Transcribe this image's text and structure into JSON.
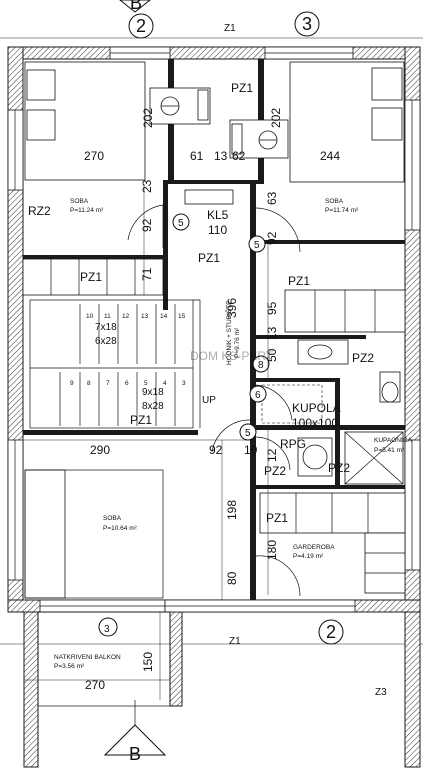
{
  "grid": {
    "b_top": "B",
    "b_bottom": "B",
    "axis_2_top": "2",
    "axis_3_top": "3",
    "axis_3_bottom": "3",
    "axis_2_bottom": "2",
    "z1_top": "Z1",
    "z1_bottom": "Z1",
    "z3": "Z3"
  },
  "rooms": {
    "soba_left": {
      "name": "SOBA",
      "area": "P=11.24 m²"
    },
    "soba_right": {
      "name": "SOBA",
      "area": "P=11.74 m²"
    },
    "soba_bottom": {
      "name": "SOBA",
      "area": "P=10.64 m²"
    },
    "hodnik": {
      "name": "HODNIK + STUBIŠTE",
      "area": "P=9.76 m²"
    },
    "kupaonica": {
      "name": "KUPAONICA",
      "area": "P=5.41 m²"
    },
    "garderoba": {
      "name": "GARDEROBA",
      "area": "P=4.19 m²"
    },
    "balkon": {
      "name": "NATKRIVENI BALKON",
      "area": "P=3.56 m²"
    }
  },
  "labels": {
    "pz1_top": "PZ1",
    "rz2": "RZ2",
    "pz1_left_wardrobe": "PZ1",
    "pz1_left_door": "PZ1",
    "pz1_right_wardrobe": "PZ1",
    "pz1_stair_bottom": "PZ1",
    "pz1_garderoba": "PZ1",
    "pz2_bath_top": "PZ2",
    "pz2_bath_left": "PZ2",
    "pz2_bath_center": "PZ2",
    "rpg": "RPG",
    "kl5": "KL5",
    "kl5_dim": "110",
    "kupola": "KUPOLA",
    "kupola_dim": "100x100",
    "stair_top": "7x18",
    "stair_top2": "6x28",
    "stair_bottom": "9x18",
    "stair_bottom2": "8x28",
    "up": "UP",
    "watermark": "DOM KS-PERT"
  },
  "doors": {
    "d5_left": "5",
    "d5_right": "5",
    "d5_stair": "5",
    "d6": "6",
    "d8": "8"
  },
  "dims": {
    "d270_left": "270",
    "d244_right": "244",
    "d61": "61",
    "d13": "13",
    "d62": "62",
    "d202_left": "202",
    "d202_right": "202",
    "d23": "23",
    "d92_left": "92",
    "d71": "71",
    "d63": "63",
    "d92_right": "92",
    "d396": "396",
    "d95": "95",
    "d13b": "13",
    "d50": "50",
    "d290": "290",
    "d92_bottom": "92",
    "d10": "10",
    "d12": "12",
    "d198": "198",
    "d180": "180",
    "d80": "80",
    "d150": "150",
    "d270_bottom": "270"
  },
  "stair_numbers_top": [
    "10",
    "11",
    "12",
    "13",
    "14",
    "15"
  ],
  "stair_numbers_bottom": [
    "9",
    "8",
    "7",
    "6",
    "5",
    "4",
    "3"
  ]
}
